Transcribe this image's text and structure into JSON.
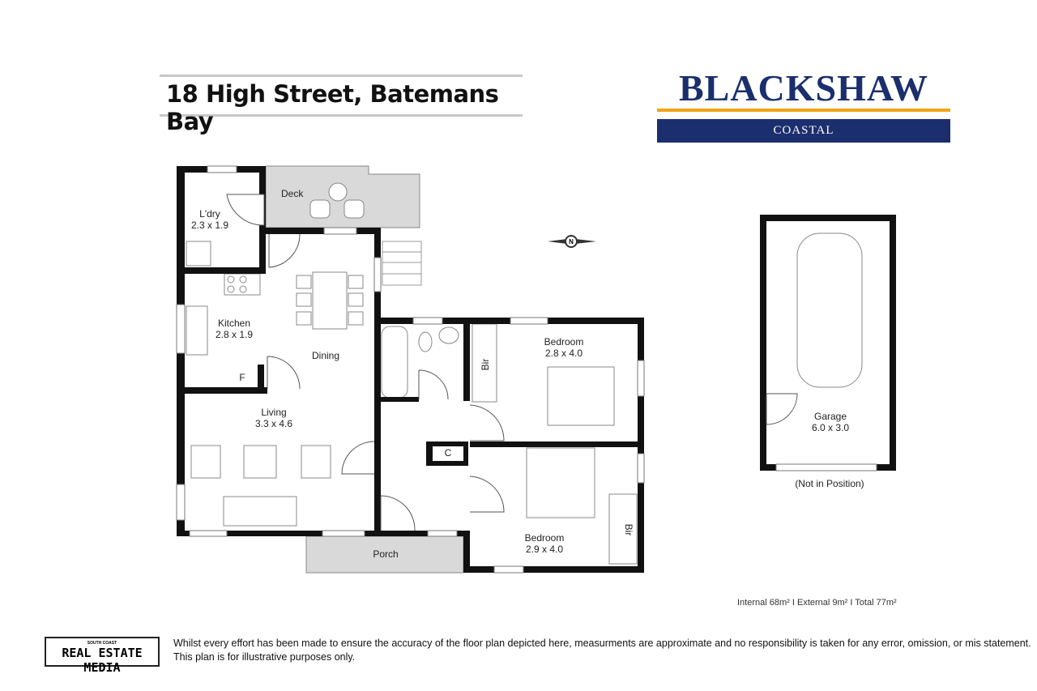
{
  "header": {
    "address": "18 High Street, Batemans Bay"
  },
  "brand": {
    "name": "BLACKSHAW",
    "sub": "COASTAL",
    "colors": {
      "navy": "#1b2f6e",
      "gold": "#f2a516"
    }
  },
  "rooms": {
    "deck": {
      "name": "Deck"
    },
    "laundry": {
      "name": "L'dry",
      "size": "2.3 x 1.9"
    },
    "kitchen": {
      "name": "Kitchen",
      "size": "2.8 x 1.9"
    },
    "dining": {
      "name": "Dining"
    },
    "fridge": {
      "name": "F"
    },
    "living": {
      "name": "Living",
      "size": "3.3 x 4.6"
    },
    "bedroom1": {
      "name": "Bedroom",
      "size": "2.8 x 4.0",
      "bir": "Bir"
    },
    "bedroom2": {
      "name": "Bedroom",
      "size": "2.9 x 4.0",
      "bir": "Bir"
    },
    "cupboard": {
      "name": "C"
    },
    "porch": {
      "name": "Porch"
    },
    "garage": {
      "name": "Garage",
      "size": "6.0 x 3.0",
      "note": "(Not in Position)"
    }
  },
  "compass": {
    "icon": "north-arrow-icon",
    "letter": "N"
  },
  "areas": {
    "text": "Internal 68m²  I  External 9m² I Total 77m²"
  },
  "footer": {
    "logo_small": "SOUTH COAST",
    "logo_big": "REAL ESTATE MEDIA",
    "line1": "Whilst every effort has been made to ensure the accuracy of the floor plan depicted here, measurments are approximate and no responsibility is taken for any error, omission, or mis statement.",
    "line2": "This plan is for illustrative purposes only."
  }
}
